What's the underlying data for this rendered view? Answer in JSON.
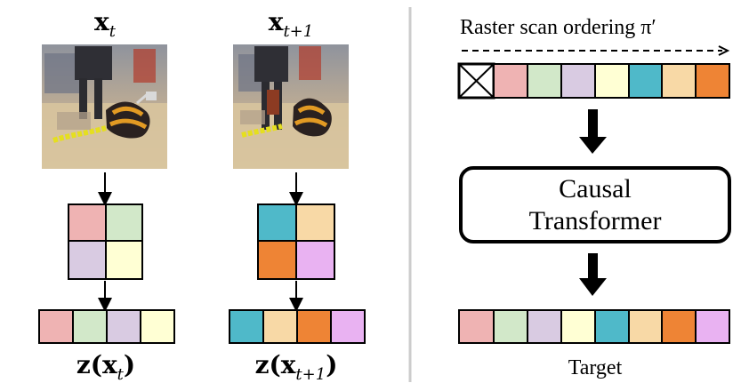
{
  "left_panel": {
    "frame_t": {
      "title_main": "x",
      "title_sub": "t",
      "image_desc": "robot-gripper-scene",
      "grid_colors": [
        "#efb3b3",
        "#d2e8c9",
        "#d9cbe2",
        "#ffffd4"
      ],
      "sequence_colors": [
        "#efb3b3",
        "#d2e8c9",
        "#d9cbe2",
        "#ffffd4"
      ],
      "caption": "z(x",
      "caption_sub": "t",
      "caption_close": ")"
    },
    "frame_t1": {
      "title_main": "x",
      "title_sub": "t+1",
      "image_desc": "robot-gripper-scene",
      "grid_colors": [
        "#4fb9c9",
        "#f8d9a6",
        "#ee8435",
        "#e9b2f2"
      ],
      "sequence_colors": [
        "#4fb9c9",
        "#f8d9a6",
        "#ee8435",
        "#e9b2f2"
      ],
      "caption": "z(x",
      "caption_sub": "t+1",
      "caption_close": ")"
    }
  },
  "right_panel": {
    "ordering_label": "Raster scan ordering π′",
    "input_tokens": [
      "#efb3b3",
      "#d2e8c9",
      "#d9cbe2",
      "#ffffd4",
      "#4fb9c9",
      "#f8d9a6",
      "#ee8435"
    ],
    "model_label_line1": "Causal",
    "model_label_line2": "Transformer",
    "target_tokens": [
      "#efb3b3",
      "#d2e8c9",
      "#d9cbe2",
      "#ffffd4",
      "#4fb9c9",
      "#f8d9a6",
      "#ee8435",
      "#e9b2f2"
    ],
    "target_label": "Target"
  },
  "colors": {
    "divider": "#cccccc",
    "stroke": "#000000"
  }
}
